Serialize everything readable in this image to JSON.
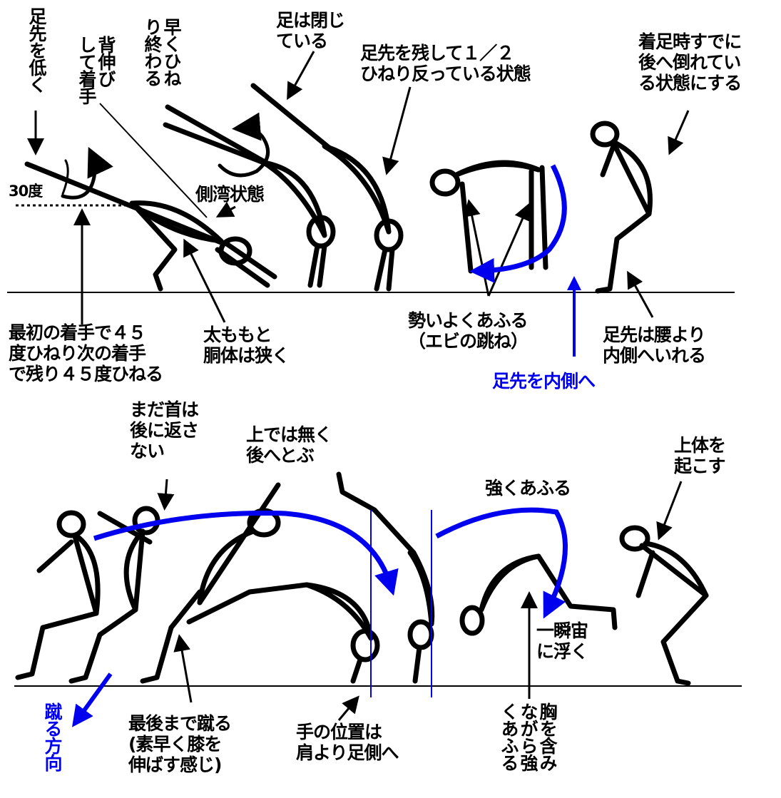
{
  "colors": {
    "ink": "#000000",
    "accent": "#0000ee",
    "background": "#ffffff"
  },
  "top": {
    "toes_low": [
      "足先を低く"
    ],
    "stretch_hands": [
      "背伸び",
      "して着手"
    ],
    "twist_early": [
      "早くひね",
      "り終わる"
    ],
    "feet_closed": [
      "足は閉じ",
      "ている"
    ],
    "half_twist": [
      "足先を残して１／２",
      "ひねり反っている状態"
    ],
    "landing_back": [
      "着足時すでに",
      "後へ倒れてい",
      "る状態にする"
    ],
    "angle": "30度",
    "lateral": "側湾状態",
    "first_hand": [
      "最初の着手で４５",
      "度ひねり次の着手",
      "で残り４５度ひねる"
    ],
    "thigh_torso": [
      "太ももと",
      "胴体は狭く"
    ],
    "snap": [
      "勢いよくあふる",
      "（エビの跳ね）"
    ],
    "toes_inside_hip": [
      "足先は腰より",
      "内側へいれる"
    ],
    "toes_inward": "足先を内側へ"
  },
  "bottom": {
    "neck": [
      "まだ首は",
      "後に返さ",
      "ない"
    ],
    "jump_back": [
      "上では無く",
      "後へとぶ"
    ],
    "snap_strong": "強くあふる",
    "raise_upper": [
      "上体を",
      "起こす"
    ],
    "float": [
      "一瞬宙",
      "に浮く"
    ],
    "kick_dir": "蹴る方向",
    "kick_last": [
      "最後まで蹴る",
      "(素早く膝を",
      "伸ばす感じ)"
    ],
    "hand_pos": [
      "手の位置は",
      "肩より足側へ"
    ],
    "chest": [
      "胸を含み",
      "ながら強",
      "くあふる"
    ]
  }
}
